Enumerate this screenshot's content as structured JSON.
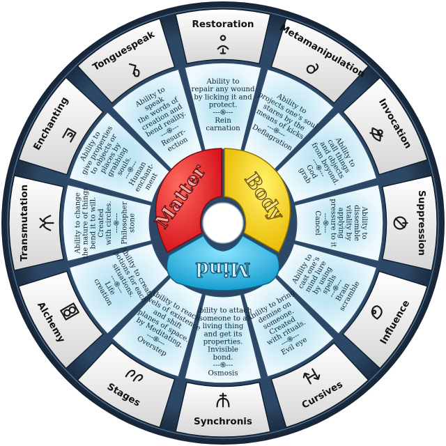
{
  "colors": {
    "ring": "#1f3349",
    "outer_panel": "#f4f4f4",
    "inner_panel": "#ddf1f8",
    "matter": "#e8232c",
    "body": "#f6d40f",
    "mind": "#2bb9e6"
  },
  "core": {
    "matter_label": "Matter",
    "body_label": "Body",
    "mind_label": "Mind"
  },
  "slots": [
    {
      "title": "Restoration",
      "icon": "restoration-icon",
      "lines": [
        "Ability to",
        "repair any wound",
        "by licking it and",
        "protect.",
        "---֍---",
        "Rein",
        "carnation"
      ]
    },
    {
      "title": "Metamanipulation",
      "icon": "metamanipulation-icon",
      "lines": [
        "Ability to",
        "projects one's soul",
        "stares by the",
        "means of kicks",
        "---֍---",
        "Deflagration"
      ]
    },
    {
      "title": "Invocation",
      "icon": "invocation-icon",
      "lines": [
        "Ability to",
        "call things",
        "and objects",
        "from beyond.",
        "---֍---",
        "God",
        "grab"
      ]
    },
    {
      "title": "Suppression",
      "icon": "suppression-icon",
      "lines": [
        "Ability to",
        "dissemble",
        "vitality by",
        "applying",
        "pressure to it",
        "---֍---",
        "Cancel"
      ]
    },
    {
      "title": "Influence",
      "icon": "influence-icon",
      "lines": [
        "Ability to",
        "cast one's",
        "mind lure",
        "by using",
        "spells",
        "---֍---",
        "Brain",
        "scramble"
      ]
    },
    {
      "title": "Cursives",
      "icon": "cursives-icon",
      "lines": [
        "Ability to bring",
        "demise on",
        "someone.",
        "Created",
        "with rituals.",
        "---֍---",
        "Evil eye"
      ]
    },
    {
      "title": "Synchronis",
      "icon": "synchronis-icon",
      "lines": [
        "Ability to attach",
        "someone to a",
        "living thing",
        "and get its",
        "properties.",
        "Invisible",
        "bond.",
        "---֍---",
        "Osmosis"
      ]
    },
    {
      "title": "Stages",
      "icon": "stages-icon",
      "lines": [
        "Ability to reach",
        "levels of existence",
        "and shift",
        "planes of space.",
        "by Meditating.",
        "---֍---",
        "Overstep"
      ]
    },
    {
      "title": "Alchemy",
      "icon": "alchemy-icon",
      "lines": [
        "Ability to create",
        "potions for each",
        "situations.",
        "---֍---",
        "Life",
        "creation"
      ]
    },
    {
      "title": "Transmutation",
      "icon": "transmutation-icon",
      "lines": [
        "Ability to change",
        "the nature of things",
        "bend it to will.",
        "Created",
        "with circles.",
        "---֍---",
        "Philosopher",
        "stone"
      ]
    },
    {
      "title": "Enchanting",
      "icon": "enchanting-icon",
      "lines": [
        "Ability to",
        "give properties",
        "to objects or",
        "places by",
        "grabbing",
        "souls.",
        "---֍---",
        "Human",
        "enchant-",
        "ment"
      ]
    },
    {
      "title": "Tonguespeak",
      "icon": "tonguespeak-icon",
      "lines": [
        "Ability to",
        "speak",
        "the words of",
        "creation and",
        "bend reality.",
        "---֍---",
        "Resurr-",
        "ection"
      ]
    }
  ]
}
